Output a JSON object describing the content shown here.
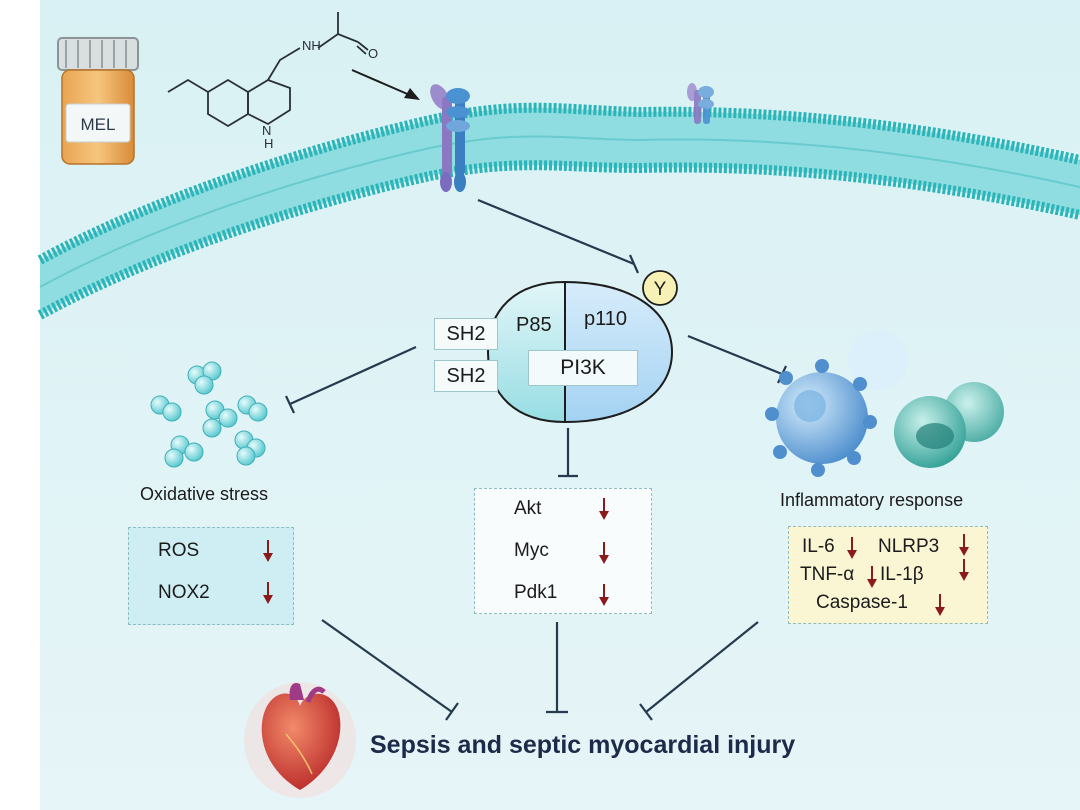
{
  "drug": {
    "bottle_label": "MEL",
    "atom_nh": "NH",
    "atom_o": "O",
    "atom_ring_n": "N",
    "atom_ring_h": "H"
  },
  "pi3k": {
    "sh2_top": "SH2",
    "sh2_bottom": "SH2",
    "p85": "P85",
    "p110": "p110",
    "pi3k": "PI3K",
    "y": "Y"
  },
  "oxidative": {
    "title": "Oxidative stress",
    "markers": [
      "ROS",
      "NOX2"
    ]
  },
  "central": {
    "markers": [
      "Akt",
      "Myc",
      "Pdk1"
    ]
  },
  "inflammatory": {
    "title": "Inflammatory response",
    "il6": "IL-6",
    "nlrp3": "NLRP3",
    "tnf": "TNF-α",
    "il1b": "IL-1β",
    "caspase": "Caspase-1"
  },
  "outcome": {
    "title": "Sepsis and septic myocardial injury"
  },
  "colors": {
    "membrane": "#2bb5b8",
    "background": "#dff3f5",
    "arrow_down": "#8b1a1a",
    "inhibit_line": "#253a4f",
    "title_text": "#1d2a4a"
  }
}
